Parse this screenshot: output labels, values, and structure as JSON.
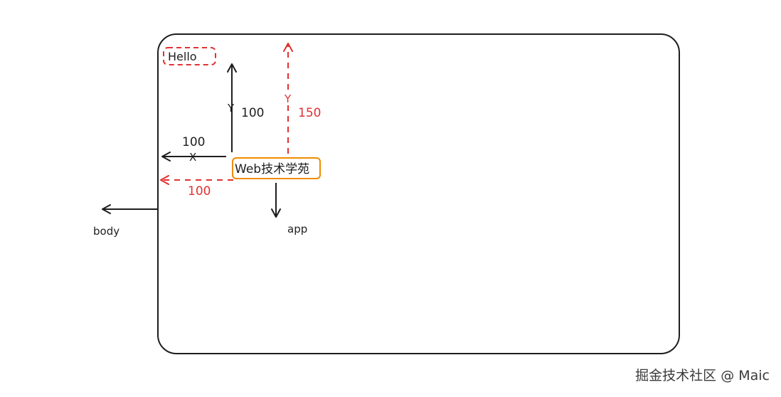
{
  "diagram": {
    "hello_label": "Hello",
    "web_label": "Web技术学苑",
    "body_label": "body",
    "app_label": "app",
    "black_axis": {
      "y_letter": "Y",
      "y_value": "100",
      "x_value": "100",
      "x_letter": "X"
    },
    "red_axis": {
      "y_letter": "Y",
      "y_value": "150",
      "x_value": "100"
    }
  },
  "colors": {
    "black": "#1e1e1e",
    "red": "#e03131",
    "orange": "#f08c00"
  },
  "watermark": "掘金技术社区 @ Maic"
}
